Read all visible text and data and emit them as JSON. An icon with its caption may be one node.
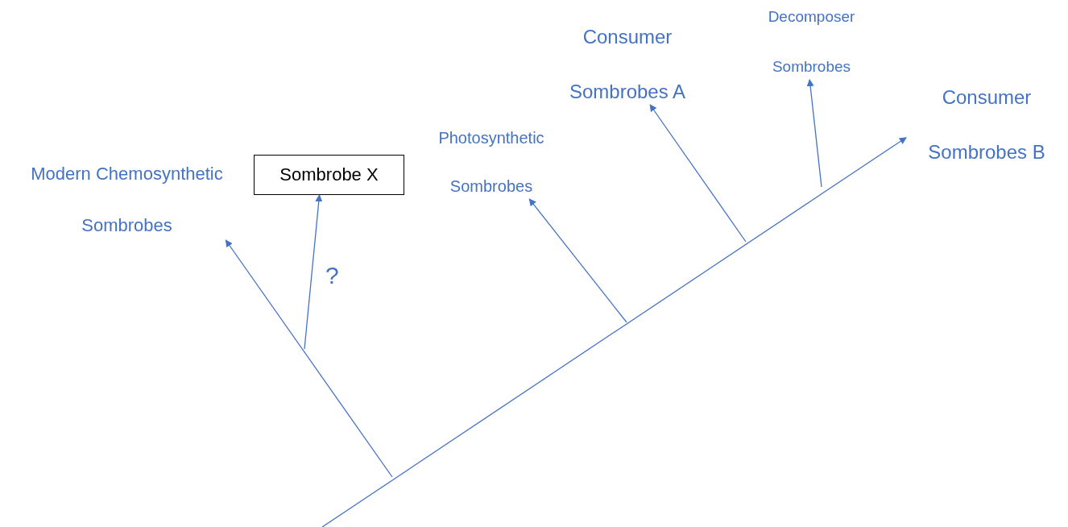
{
  "diagram": {
    "nodes": [
      {
        "text": [
          "Modern Chemosynthetic Sombrobes"
        ]
      },
      {
        "text": [
          "Sombrobe X"
        ]
      },
      {
        "text": [
          "Photosynthetic Sombrobes"
        ]
      },
      {
        "text": [
          "Consumer Sombrobes A"
        ]
      },
      {
        "text": [
          "Decomposer Sombrobes"
        ]
      },
      {
        "text": [
          "Consumer Sombrobes B"
        ]
      }
    ],
    "edges": [
      {
        "from": null,
        "to": 5,
        "arrow": "to"
      },
      {
        "from": null,
        "to": 0,
        "arrow": "to"
      },
      {
        "from": null,
        "to": 1,
        "arrow": "to"
      },
      {
        "from": null,
        "to": 2,
        "arrow": "to"
      },
      {
        "from": null,
        "to": 3,
        "arrow": "to"
      },
      {
        "from": null,
        "to": 4,
        "arrow": "to"
      }
    ],
    "labels": [
      "?"
    ]
  }
}
